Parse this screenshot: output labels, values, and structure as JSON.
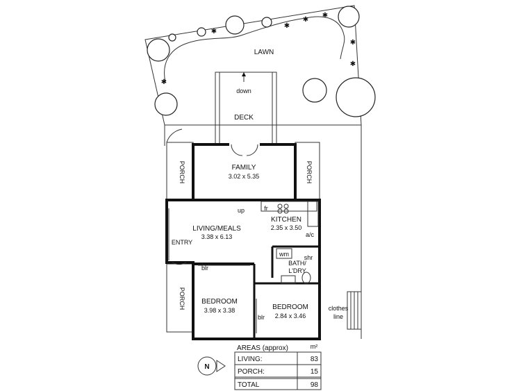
{
  "labels": {
    "lawn": "LAWN",
    "down": "down",
    "deck": "DECK",
    "porch_left": "PORCH",
    "porch_right": "PORCH",
    "porch_bottom": "PORCH",
    "family": "FAMILY",
    "family_dim": "3.02 x 5.35",
    "up": "up",
    "fr": "fr",
    "kitchen": "KITCHEN",
    "kitchen_dim": "2.35 x 3.50",
    "living": "LIVING/MEALS",
    "living_dim": "3.38 x 6.13",
    "entry": "ENTRY",
    "ac": "a/c",
    "wm": "wm",
    "shr": "shr",
    "bath1": "BATH/",
    "bath2": "L'DRY",
    "blr_top": "blr",
    "blr_side": "blr",
    "bedroom1": "BEDROOM",
    "bedroom1_dim": "3.98 x 3.38",
    "bedroom2": "BEDROOM",
    "bedroom2_dim": "2.84 x 3.46",
    "clothes1": "clothes",
    "clothes2": "line",
    "north": "N"
  },
  "areas": {
    "title": "AREAS (approx)",
    "unit": "m²",
    "rows": [
      {
        "label": "LIVING:",
        "value": "83"
      },
      {
        "label": "PORCH:",
        "value": "15"
      },
      {
        "label": "TOTAL",
        "value": "98"
      }
    ]
  }
}
